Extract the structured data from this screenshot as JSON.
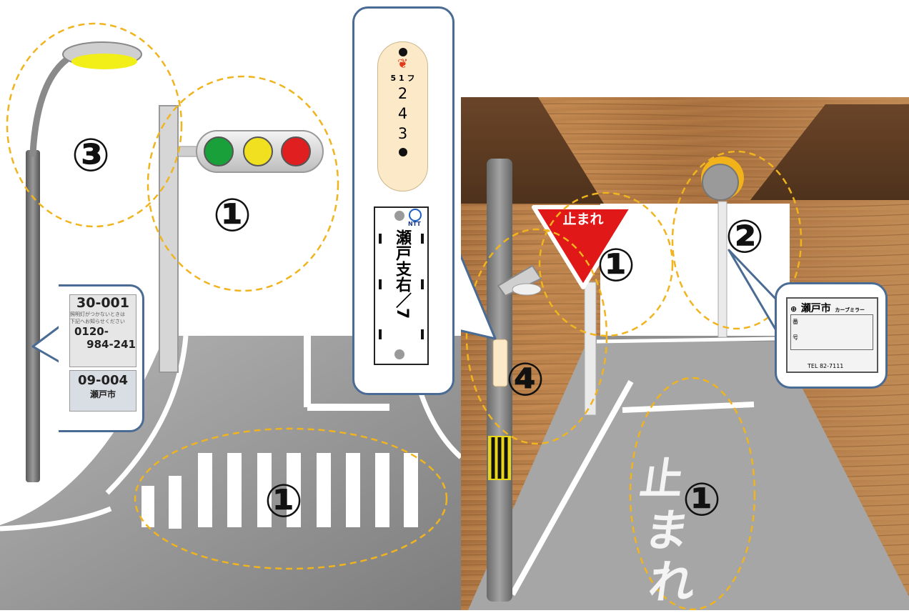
{
  "colors": {
    "annotation_ring": "#f0b41e",
    "callout_border": "#4a6b93",
    "road": "#999999",
    "wood": "#b07a45",
    "roof": "#5a3a22",
    "signal_green": "#1aa03a",
    "signal_yellow": "#f0e020",
    "signal_red": "#e02020",
    "stop_sign": "#e01818",
    "pole_tag": "#fbe9c8"
  },
  "labels": {
    "signal": "①",
    "crosswalk": "①",
    "streetlight": "③",
    "stop_sign": "①",
    "road_marking": "①",
    "curve_mirror": "②",
    "utility_pole": "④"
  },
  "streetlight_plate": {
    "line1": "30-001",
    "line2": "照明灯がつかないときは",
    "line3": "下記へお知らせください",
    "line4": "0120-",
    "line5": "984-241",
    "line6": "09-004",
    "line7": "瀬戸市"
  },
  "pole_tag": {
    "line1": "5 1 フ",
    "d1": "2",
    "d2": "4",
    "d3": "3"
  },
  "ntt_tag": {
    "logo": "NTT",
    "name": "瀬戸支右／7"
  },
  "stop_sign": {
    "text": "止まれ"
  },
  "road_marking": {
    "char1": "止",
    "char2": "ま",
    "char3": "れ"
  },
  "mirror_plate": {
    "title": "瀬戸市",
    "subtitle": "カーブミラー",
    "row1": "番",
    "row2": "号",
    "tel": "TEL 82-7111"
  }
}
